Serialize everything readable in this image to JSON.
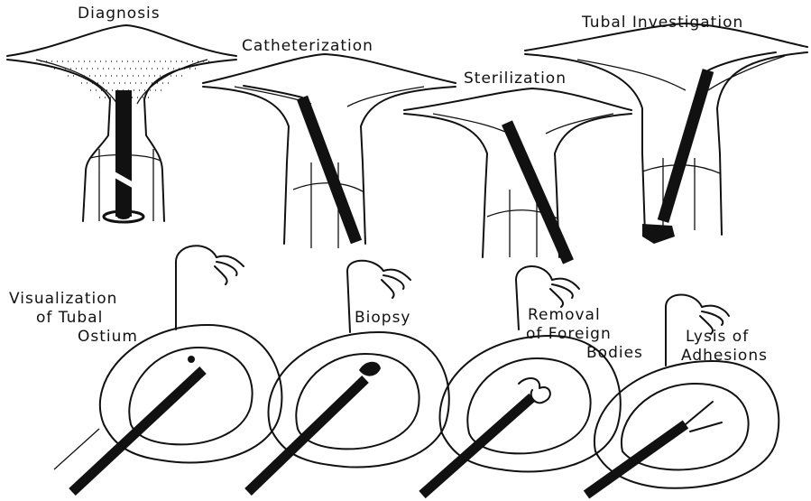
{
  "panels": {
    "diagnosis": "Diagnosis",
    "catheterization": "Catheterization",
    "sterilization": "Sterilization",
    "tubal_investigation": "Tubal Investigation",
    "visualization": [
      "Visualization",
      "of Tubal",
      "Ostium"
    ],
    "biopsy": "Biopsy",
    "removal": [
      "Removal",
      "of Foreign",
      "Bodies"
    ],
    "lysis": [
      "Lysis of",
      "Adhesions"
    ]
  }
}
